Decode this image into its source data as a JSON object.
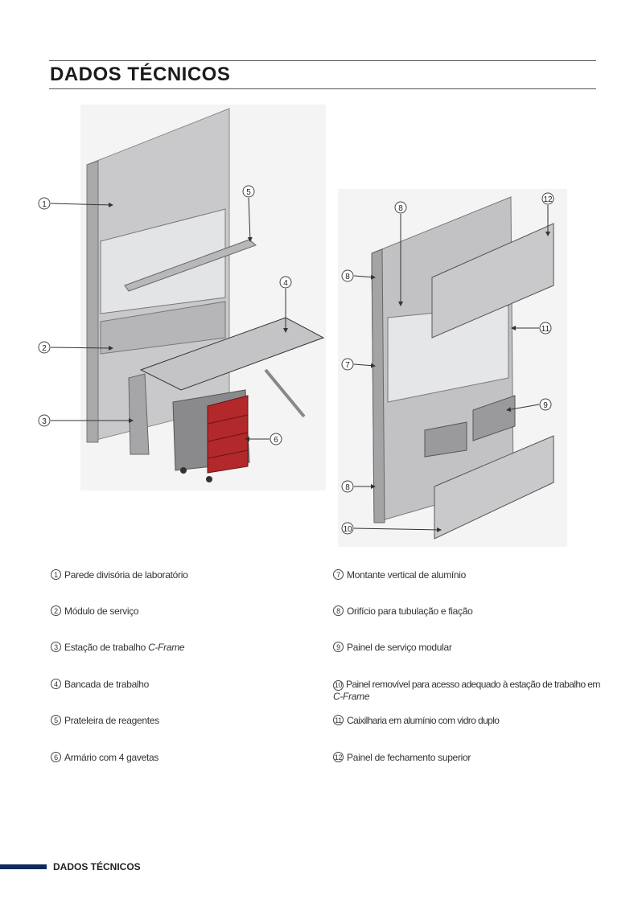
{
  "header": {
    "title": "DADOS TÉCNICOS"
  },
  "callouts": {
    "left": [
      "1",
      "5",
      "4",
      "2",
      "3",
      "6"
    ],
    "right": [
      "8",
      "12",
      "8",
      "11",
      "7",
      "9",
      "8",
      "10"
    ]
  },
  "legend": {
    "left": [
      {
        "num": "1",
        "text": "Parede divisória de laboratório"
      },
      {
        "num": "2",
        "text": "Módulo de serviço"
      },
      {
        "num": "3",
        "text": "Estação de trabalho ",
        "italic": "C-Frame"
      },
      {
        "num": "4",
        "text": "Bancada de trabalho"
      },
      {
        "num": "5",
        "text": "Prateleira de reagentes"
      },
      {
        "num": "6",
        "text": "Armário com 4 gavetas"
      }
    ],
    "right": [
      {
        "num": "7",
        "text": "Montante vertical de alumínio"
      },
      {
        "num": "8",
        "text": "Orifício para tubulação e fiação"
      },
      {
        "num": "9",
        "text": "Painel de serviço modular"
      },
      {
        "num": "10",
        "text": "Painel removível para acesso adequado à estação de trabalho em",
        "italic": "C-Frame"
      },
      {
        "num": "11",
        "text": "Caixilharia em alumínio com vidro duplo"
      },
      {
        "num": "12",
        "text": "Painel de fechamento superior"
      }
    ]
  },
  "footer": {
    "label": "DADOS TÉCNICOS"
  },
  "colors": {
    "accent": "#0f2a5c",
    "drawer": "#b3282a",
    "panel": "#c9c9cb"
  }
}
